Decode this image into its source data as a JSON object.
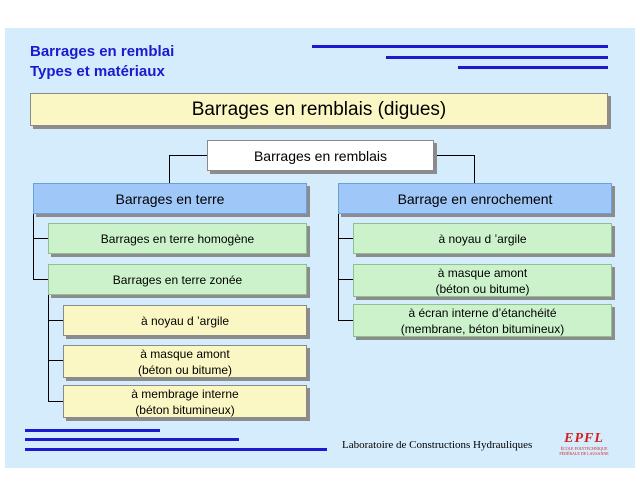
{
  "header": {
    "title_line1": "Barrages en remblai",
    "title_line2": "Types et matériaux"
  },
  "main_banner": "Barrages en remblais (digues)",
  "root_node": "Barrages en remblais",
  "left_branch": {
    "heading": "Barrages en terre",
    "items": [
      "Barrages en terre homogène",
      "Barrages en terre zonée"
    ],
    "sub_items": [
      "à noyau d ’argile",
      "à masque amont\n(béton ou bitume)",
      "à membrage interne\n(béton bitumineux)"
    ]
  },
  "right_branch": {
    "heading": "Barrage en enrochement",
    "items": [
      "à noyau d ’argile",
      "à masque amont\n(béton ou bitume)",
      "à écran interne d’étanchéité\n(membrane, béton bitumineux)"
    ]
  },
  "footer": {
    "lab": "Laboratoire de Constructions Hydrauliques",
    "logo_text": "EPFL",
    "logo_sub1": "ÉCOLE POLYTECHNIQUE",
    "logo_sub2": "FÉDÉRALE DE LAUSANNE"
  },
  "colors": {
    "title": "#1a1ad0",
    "background": "#d4ecfb",
    "cream_box": "#fbf7c4",
    "blue_box": "#9fc7f7",
    "green_box": "#ccf2cc",
    "logo": "#d51e1e"
  }
}
